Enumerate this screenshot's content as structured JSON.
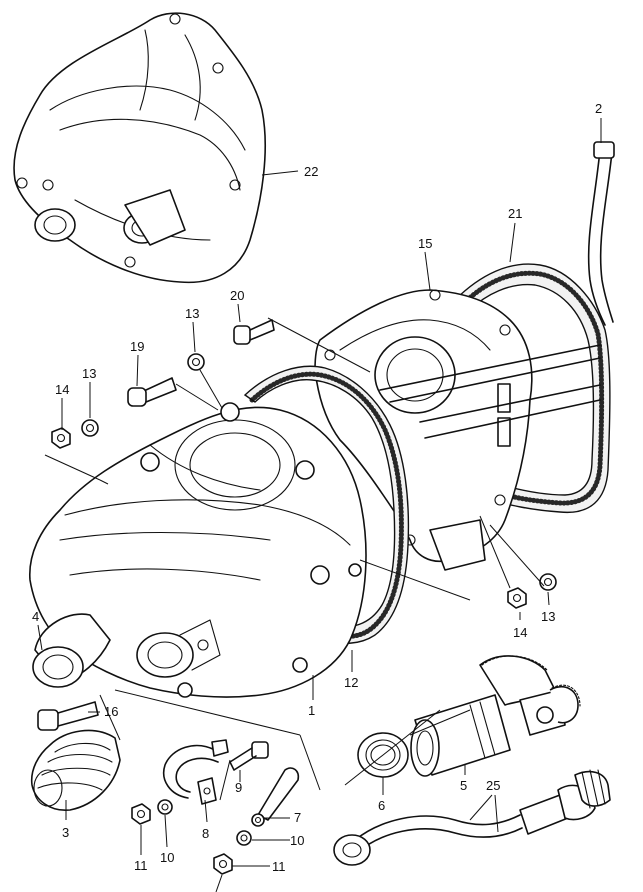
{
  "callouts": [
    {
      "id": "c22",
      "text": "22"
    },
    {
      "id": "c2",
      "text": "2"
    },
    {
      "id": "c21",
      "text": "21"
    },
    {
      "id": "c15",
      "text": "15"
    },
    {
      "id": "c20",
      "text": "20"
    },
    {
      "id": "c13a",
      "text": "13"
    },
    {
      "id": "c19",
      "text": "19"
    },
    {
      "id": "c14a",
      "text": "14"
    },
    {
      "id": "c13b",
      "text": "13"
    },
    {
      "id": "c4",
      "text": "4"
    },
    {
      "id": "c12",
      "text": "12"
    },
    {
      "id": "c1",
      "text": "1"
    },
    {
      "id": "c14b",
      "text": "14"
    },
    {
      "id": "c13c",
      "text": "13"
    },
    {
      "id": "c16",
      "text": "16"
    },
    {
      "id": "c3",
      "text": "3"
    },
    {
      "id": "c9",
      "text": "9"
    },
    {
      "id": "c8",
      "text": "8"
    },
    {
      "id": "c7",
      "text": "7"
    },
    {
      "id": "c10a",
      "text": "10"
    },
    {
      "id": "c11a",
      "text": "11"
    },
    {
      "id": "c10b",
      "text": "10"
    },
    {
      "id": "c11b",
      "text": "11"
    },
    {
      "id": "c6",
      "text": "6"
    },
    {
      "id": "c5",
      "text": "5"
    },
    {
      "id": "c25",
      "text": "25"
    }
  ]
}
